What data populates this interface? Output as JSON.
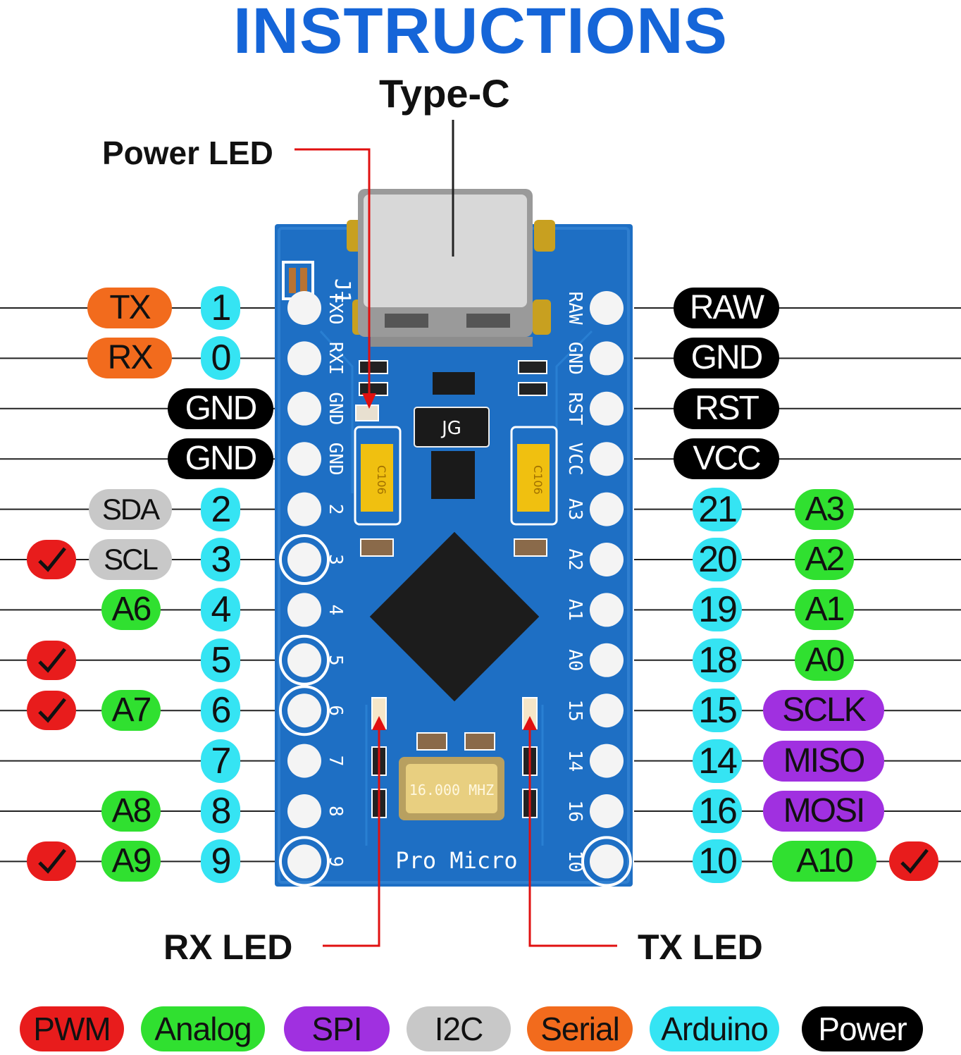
{
  "title": "INSTRUCTIONS",
  "callouts": {
    "type_c": "Type-C",
    "power_led": "Power LED",
    "rx_led": "RX  LED",
    "tx_led": "TX  LED"
  },
  "board": {
    "label": "Pro Micro",
    "chip_label": "JG",
    "crystal_label": "16.000 MHZ",
    "jumper_label": "J1",
    "left_silkscreen": [
      "TXO",
      "RXI",
      "GND",
      "GND",
      "2",
      "3",
      "4",
      "5",
      "6",
      "7",
      "8",
      "9"
    ],
    "right_silkscreen": [
      "RAW",
      "GND",
      "RST",
      "VCC",
      "A3",
      "A2",
      "A1",
      "A0",
      "15",
      "14",
      "16",
      "10"
    ],
    "cap_label": "C106"
  },
  "left_pins": [
    {
      "num": "1",
      "func": "TX",
      "type": "serial",
      "pwm": false
    },
    {
      "num": "0",
      "func": "RX",
      "type": "serial",
      "pwm": false
    },
    {
      "num": "",
      "func": "GND",
      "type": "power",
      "pwm": false
    },
    {
      "num": "",
      "func": "GND",
      "type": "power",
      "pwm": false
    },
    {
      "num": "2",
      "func": "SDA",
      "type": "i2c",
      "pwm": false
    },
    {
      "num": "3",
      "func": "SCL",
      "type": "i2c",
      "pwm": true
    },
    {
      "num": "4",
      "func": "A6",
      "type": "analog",
      "pwm": false
    },
    {
      "num": "5",
      "func": "",
      "type": "",
      "pwm": true
    },
    {
      "num": "6",
      "func": "A7",
      "type": "analog",
      "pwm": true
    },
    {
      "num": "7",
      "func": "",
      "type": "",
      "pwm": false
    },
    {
      "num": "8",
      "func": "A8",
      "type": "analog",
      "pwm": false
    },
    {
      "num": "9",
      "func": "A9",
      "type": "analog",
      "pwm": true
    }
  ],
  "right_pins": [
    {
      "num": "",
      "func": "RAW",
      "type": "power",
      "pwm": false
    },
    {
      "num": "",
      "func": "GND",
      "type": "power",
      "pwm": false
    },
    {
      "num": "",
      "func": "RST",
      "type": "power",
      "pwm": false
    },
    {
      "num": "",
      "func": "VCC",
      "type": "power",
      "pwm": false
    },
    {
      "num": "21",
      "func": "A3",
      "type": "analog",
      "pwm": false
    },
    {
      "num": "20",
      "func": "A2",
      "type": "analog",
      "pwm": false
    },
    {
      "num": "19",
      "func": "A1",
      "type": "analog",
      "pwm": false
    },
    {
      "num": "18",
      "func": "A0",
      "type": "analog",
      "pwm": false
    },
    {
      "num": "15",
      "func": "SCLK",
      "type": "spi",
      "pwm": false
    },
    {
      "num": "14",
      "func": "MISO",
      "type": "spi",
      "pwm": false
    },
    {
      "num": "16",
      "func": "MOSI",
      "type": "spi",
      "pwm": false
    },
    {
      "num": "10",
      "func": "A10",
      "type": "analog",
      "pwm": true
    }
  ],
  "legend": [
    {
      "label": "PWM",
      "color": "#e81c1c",
      "text": "#111"
    },
    {
      "label": "Analog",
      "color": "#30e030",
      "text": "#111"
    },
    {
      "label": "SPI",
      "color": "#a030e0",
      "text": "#111"
    },
    {
      "label": "I2C",
      "color": "#c8c8c8",
      "text": "#111"
    },
    {
      "label": "Serial",
      "color": "#f26b1d",
      "text": "#111"
    },
    {
      "label": "Arduino",
      "color": "#35e4f3",
      "text": "#111"
    },
    {
      "label": "Power",
      "color": "#000000",
      "text": "#ffffff"
    }
  ],
  "colors": {
    "title": "#1565d8",
    "board": "#1e6fc4",
    "callout_line": "#e01010"
  }
}
